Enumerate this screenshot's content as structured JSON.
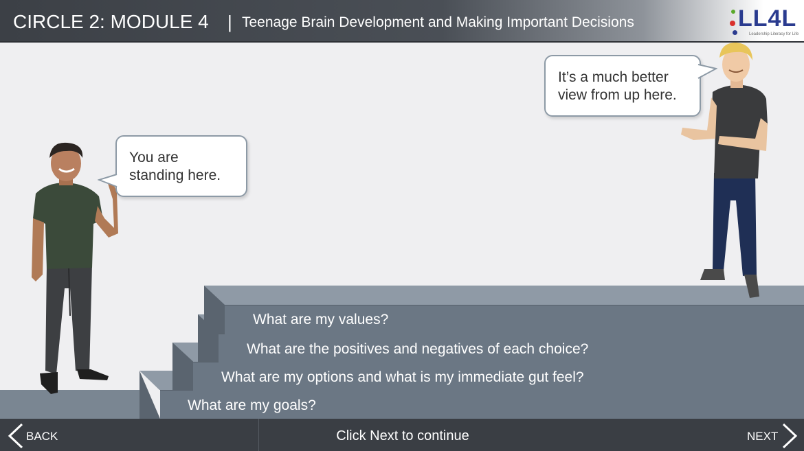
{
  "header": {
    "title_main": "CIRCLE 2: MODULE 4",
    "separator": "|",
    "title_sub": "Teenage Brain Development and Making Important Decisions",
    "logo_text": "LL4L",
    "logo_tagline": "Leadership Literacy for Life"
  },
  "bubbles": {
    "left": "You are\nstanding here.",
    "right": "It’s a much better\nview from up here."
  },
  "steps": [
    {
      "label": "What are my goals?"
    },
    {
      "label": "What are my options and what is my immediate gut feel?"
    },
    {
      "label": "What are the positives and negatives of each choice?"
    },
    {
      "label": "What are my values?"
    }
  ],
  "footer": {
    "back_label": "BACK",
    "continue_text": "Click Next to continue",
    "next_label": "NEXT"
  },
  "colors": {
    "header_bg": "#3c4046",
    "step_face": "#6b7784",
    "footer_bg": "#3a3e44",
    "logo_blue": "#2a3b8f",
    "logo_red": "#d9302b",
    "logo_green": "#5aa92b",
    "logo_orange": "#f39a1d"
  }
}
